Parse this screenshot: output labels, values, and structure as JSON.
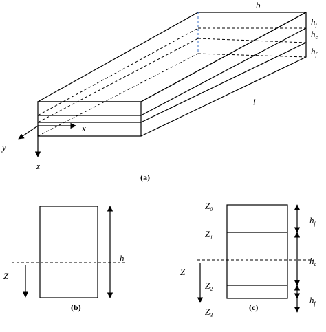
{
  "panel_a": {
    "caption": "(a)",
    "labels": {
      "b": "b",
      "l": "l",
      "x": "x",
      "y": "y",
      "z": "z",
      "hf_top": "h",
      "hf_top_sub": "f",
      "hc": "h",
      "hc_sub": "c",
      "hf_bot": "h",
      "hf_bot_sub": "f"
    }
  },
  "panel_b": {
    "caption": "(b)",
    "labels": {
      "h": "h",
      "Z": "Z"
    }
  },
  "panel_c": {
    "caption": "(c)",
    "labels": {
      "Z": "Z",
      "z0": "Z",
      "z0_sub": "0",
      "z1": "Z",
      "z1_sub": "1",
      "z2": "Z",
      "z2_sub": "2",
      "z3": "Z",
      "z3_sub": "3",
      "hf_top": "h",
      "hf_top_sub": "f",
      "hc": "h",
      "hc_sub": "c",
      "hf_bot": "h",
      "hf_bot_sub": "f"
    }
  }
}
